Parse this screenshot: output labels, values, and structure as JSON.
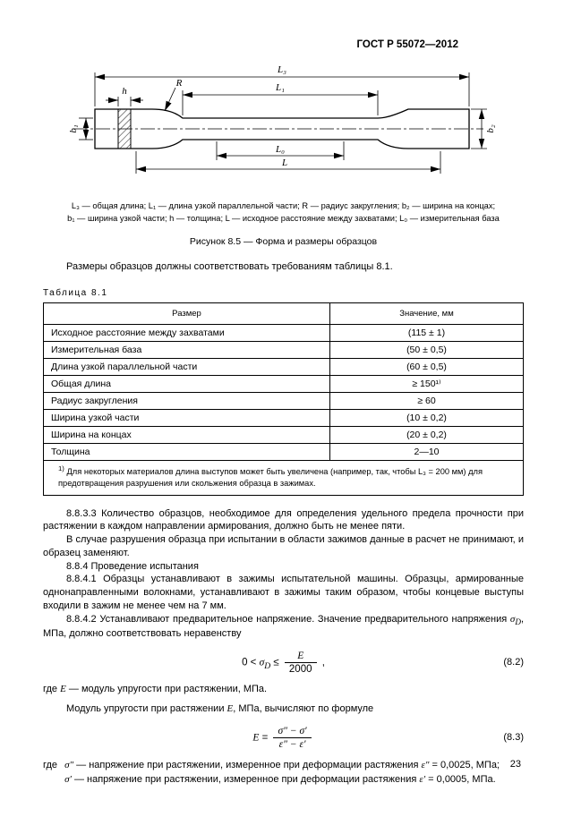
{
  "header": {
    "doc_number": "ГОСТ Р 55072—2012"
  },
  "figure": {
    "labels": {
      "L3": "L₃",
      "L1": "L₁",
      "R": "R",
      "h": "h",
      "b1": "b₁",
      "b2": "b₂",
      "L0": "L₀",
      "L": "L"
    },
    "caption_line1": "L₃ — общая длина;  L₁ — длина узкой параллельной части;  R — радиус закругления;  b₂ — ширина на концах;",
    "caption_line2": "b₁ — ширина узкой части;  h — толщина;  L — исходное расстояние между захватами;  L₀ — измерительная база",
    "title": "Рисунок 8.5 — Форма и размеры образцов"
  },
  "intro": "Размеры образцов должны соответствовать требованиям таблицы 8.1.",
  "table": {
    "label": "Таблица 8.1",
    "col1": "Размер",
    "col2": "Значение, мм",
    "rows": [
      {
        "size": "Исходное расстояние между захватами",
        "value": "(115 ± 1)"
      },
      {
        "size": "Измерительная база",
        "value": "(50 ± 0,5)"
      },
      {
        "size": "Длина узкой параллельной части",
        "value": "(60 ± 0,5)"
      },
      {
        "size": "Общая длина",
        "value": "≥ 150¹⁾"
      },
      {
        "size": "Радиус закругления",
        "value": "≥ 60"
      },
      {
        "size": "Ширина узкой части",
        "value": "(10 ± 0,2)"
      },
      {
        "size": "Ширина на концах",
        "value": "(20 ± 0,2)"
      },
      {
        "size": "Толщина",
        "value": "2—10"
      }
    ],
    "footnote_marker": "1)",
    "footnote_text": " Для некоторых материалов длина выступов может быть увеличена (например, так, чтобы L₃ = 200 мм) для предотвращения разрушения или скольжения образца в зажимах."
  },
  "paragraphs": {
    "p1": "8.8.3.3 Количество образцов, необходимое для определения удельного предела прочности при растяжении в каждом направлении армирования, должно быть не менее пяти.",
    "p2": "В случае разрушения образца при испытании в области зажимов данные в расчет не принимают, и образец заменяют.",
    "p3": "8.8.4 Проведение испытания",
    "p4": "8.8.4.1 Образцы устанавливают в зажимы испытательной машины. Образцы, армированные однонаправленными волокнами, устанавливают в зажимы таким образом, чтобы концевые выступы входили в зажим не менее чем на 7 мм.",
    "p5_before": "8.8.4.2 Устанавливают предварительное напряжение. Значение предварительного напряжения ",
    "p5_sigma": "σ",
    "p5_sub": "D",
    "p5_after": ", МПа, должно соответствовать неравенству"
  },
  "formula_82": {
    "pre": "0 < ",
    "sigma": "σ",
    "sub": "D",
    "rel": " ≤ ",
    "num": "E",
    "den": "2000",
    "tail": " ,",
    "number": "(8.2)"
  },
  "where_82": {
    "lead": "где ",
    "var": "E",
    "rest": " — модуль упругости при растяжении, МПа."
  },
  "modulus_line": {
    "before": "Модуль упругости при растяжении ",
    "var": "E",
    "after": ", МПа, вычисляют по формуле"
  },
  "formula_83": {
    "lhs": "E",
    "eq": " = ",
    "num": "σ″ − σ′",
    "den": "ε″ − ε′",
    "number": "(8.3)"
  },
  "where_83": {
    "lead": "где",
    "line1_var": "σ″",
    "line1_mid": " — напряжение при растяжении, измеренное при деформации растяжения ",
    "line1_eps": "ε″",
    "line1_end": " = 0,0025, МПа;",
    "line2_var": "σ′",
    "line2_mid": " — напряжение при растяжении, измеренное при деформации растяжения ",
    "line2_eps": "ε′",
    "line2_end": " = 0,0005, МПа."
  },
  "page_number": "23"
}
